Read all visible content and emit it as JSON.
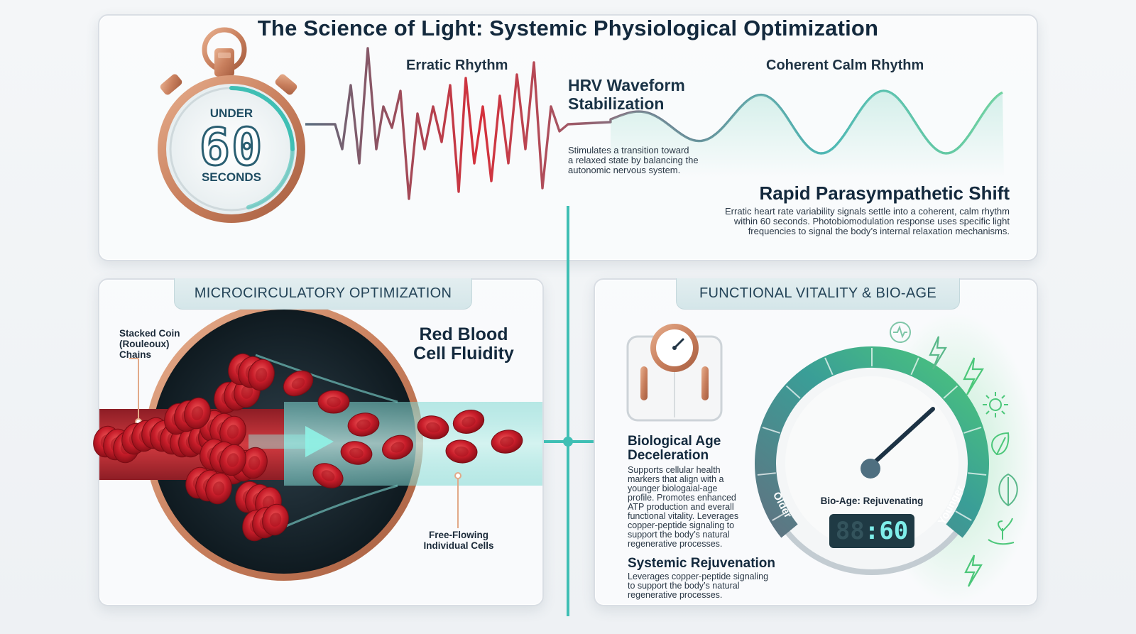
{
  "title": "The Science of Light: Systemic Physiological Optimization",
  "stopwatch": {
    "top": "UNDER",
    "number": "60",
    "bottom": "SECONDS"
  },
  "hrv": {
    "erratic_label": "Erratic Rhythm",
    "stabilization_line1": "HRV Waveform",
    "stabilization_line2": "Stabilization",
    "coherent_label": "Coherent Calm Rhythm",
    "desc_lines": [
      "Stimulates a transition toward",
      "a relaxed state by balancing the",
      "autonomic nervous system."
    ],
    "shift_heading": "Rapid Parasympathetic Shift",
    "shift_lines": [
      "Erratic heart rate variability signals settle into a coherent, calm rhythm",
      "within 60 seconds. Photobiomodulation response uses specific light",
      "frequencies to signal the body’s internal relaxation mechanisms."
    ]
  },
  "micro": {
    "tab": "MICROCIRCULATORY OPTIMIZATION",
    "heading_line1": "Red Blood",
    "heading_line2": "Cell Fluidity",
    "stacked_lines": [
      "Stacked Coin",
      "(Rouleoux)",
      "Chains"
    ],
    "free_lines": [
      "Free-Flowing",
      "Individual Cells"
    ]
  },
  "vital": {
    "tab": "FUNCTIONAL VITALITY & BIO-AGE",
    "bio_heading_line1": "Biological Age",
    "bio_heading_line2": "Deceleration",
    "bio_lines": [
      "Supports cellular health",
      "markers that align with a",
      "younger biologaial-age",
      "profile. Promotes enhanced",
      "ATP production and everall",
      "functional vitality. Leverages",
      "copper-peptide signaling to",
      "support the body’s natural",
      "regenerative processes."
    ],
    "sys_heading": "Systemic Rejuvenation",
    "sys_lines": [
      "Leverages copper-peptide signaling",
      "to support the body’s natural",
      "regenerative processes."
    ],
    "gauge_older": "Older",
    "gauge_younger": "Younger",
    "gauge_label": "Bio-Age: Rejuvenating",
    "gauge_display_dim": "88",
    "gauge_display_colon": ":",
    "gauge_display_value": "60"
  },
  "colors": {
    "teal": "#3fbfb4",
    "red": "#d6303b",
    "copper": "#c9805e",
    "green": "#4cc77a",
    "navy": "#13293d"
  },
  "icons": [
    "stopwatch-icon",
    "scale-icon",
    "heartbeat-icon",
    "lightning-icon",
    "sun-icon",
    "leaf-icon",
    "sprout-hand-icon"
  ]
}
